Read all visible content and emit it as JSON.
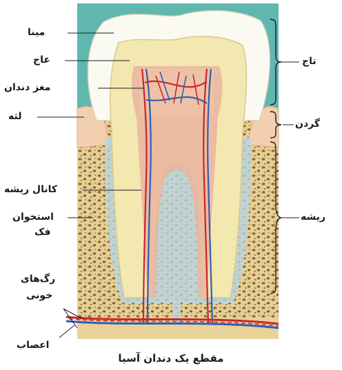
{
  "labels": {
    "enamel": "مینا",
    "dentin": "عاج",
    "pulp": "مغز دندان",
    "gum": "لثه",
    "root_canal": "کانال ریشه",
    "jaw_bone_1": "استخوان",
    "jaw_bone_2": "فک",
    "blood_vessels_1": "رگ‌های",
    "blood_vessels_2": "خونی",
    "nerves": "اعصاب",
    "crown": "تاج",
    "neck": "گردن",
    "root": "ریشه"
  },
  "caption": "مقطع یک دندان آسیا",
  "colors": {
    "background_sky": "#5fb7b0",
    "bone": "#e9d29a",
    "enamel": "#fbfaf2",
    "dentin": "#f3e8b0",
    "pulp": "#eab4a0",
    "artery": "#c8262a",
    "vein": "#2d5fb2",
    "gum": "#f2cfae",
    "leader_line": "#1b1b1b"
  }
}
